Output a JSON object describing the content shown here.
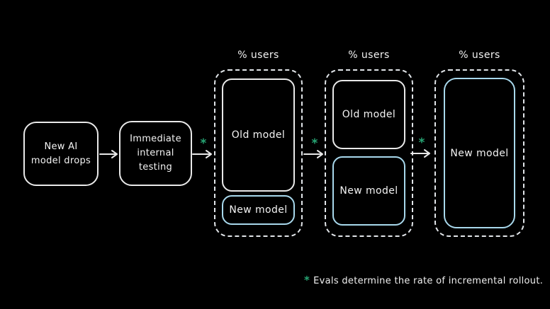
{
  "colors": {
    "background": "#000000",
    "stroke_white": "#e9e9e9",
    "stroke_blue": "#a8d8ec",
    "accent_green": "#27a574",
    "text": "#f3f3f3"
  },
  "flow": {
    "step1": {
      "lines": [
        "New AI",
        "model drops"
      ]
    },
    "step2": {
      "lines": [
        "Immediate",
        "internal",
        "testing"
      ]
    }
  },
  "connector_marker": "*",
  "stages": [
    {
      "title": "% users",
      "old_label": "Old model",
      "new_label": "New model"
    },
    {
      "title": "% users",
      "old_label": "Old model",
      "new_label": "New model"
    },
    {
      "title": "% users",
      "new_label": "New model"
    }
  ],
  "footnote": {
    "marker": "*",
    "text": "Evals determine the rate of incremental rollout."
  }
}
